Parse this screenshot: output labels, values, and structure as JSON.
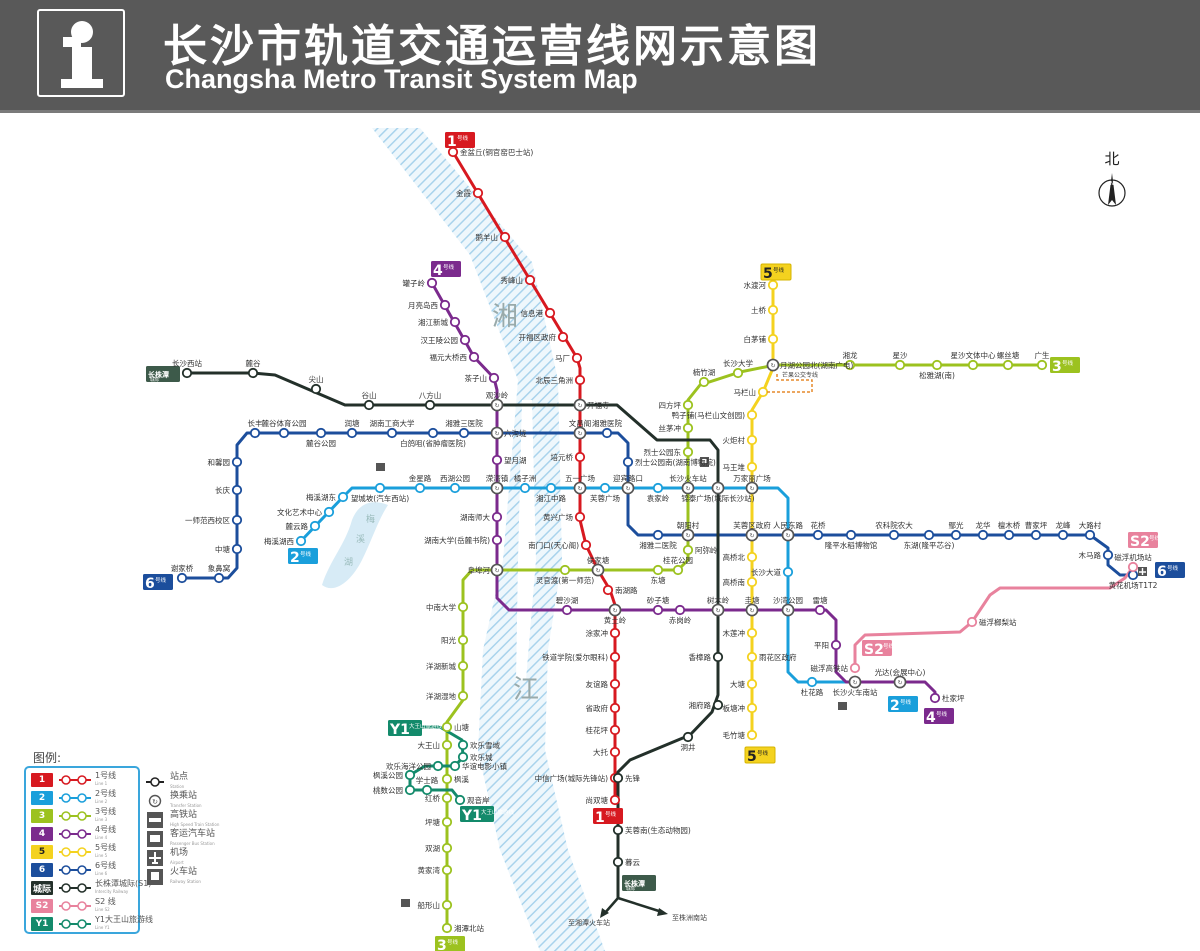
{
  "header": {
    "title": "长沙市轨道交通运营线网示意图",
    "subtitle": "Changsha Metro Transit System Map"
  },
  "compass": {
    "label": "北",
    "n": "N"
  },
  "river": {
    "char1": "湘",
    "char2": "江"
  },
  "lake": {
    "c1": "梅",
    "c2": "溪",
    "c3": "湖"
  },
  "extras": {
    "mango_bus": "芒果公交专线",
    "to_xiangtan": "至湘潭火车站",
    "to_zhuzhou": "至株洲南站"
  },
  "lines": [
    {
      "id": "l1",
      "badge_num": "1",
      "badge_text": "号线",
      "color": "#d71920",
      "stations": [
        "金盆丘(铜官窑巴士站)",
        "金霞",
        "鹅羊山",
        "秀峰山",
        "信息港",
        "开福区政府",
        "马厂",
        "北辰三角洲",
        "开福寺",
        "文昌阁",
        "培元桥",
        "五一广场",
        "黄兴广场",
        "南门口(天心阁)",
        "侯家塘",
        "南湖路",
        "黄土岭",
        "涂家冲",
        "铁道学院(爱尔眼科)",
        "友谊路",
        "省政府",
        "桂花坪",
        "大托",
        "中信广场(城际先锋站)",
        "尚双塘"
      ]
    },
    {
      "id": "l2",
      "badge_num": "2",
      "badge_text": "号线",
      "color": "#1a9fdb",
      "stations": [
        "梅溪湖西",
        "麓云路",
        "文化艺术中心",
        "梅溪湖东",
        "望城坡(汽车西站)",
        "金星路",
        "西湖公园",
        "溁湾镇",
        "橘子洲",
        "湘江中路",
        "五一广场",
        "芙蓉广场",
        "迎宾路口",
        "袁家岭",
        "长沙火车站",
        "锦泰广场(城际长沙站)",
        "万家丽广场",
        "人民东路",
        "长沙大道",
        "沙湾公园",
        "杜花路",
        "长沙火车南站",
        "光达(会展中心)"
      ]
    },
    {
      "id": "l3",
      "badge_num": "3",
      "badge_text": "号线",
      "color": "#9cc21f",
      "stations": [
        "广生",
        "螺丝塘",
        "星沙文体中心",
        "松雅湖(南)",
        "星沙",
        "湘龙",
        "月湖公园北(湖南广电)",
        "长沙大学",
        "楠竹湖",
        "四方坪",
        "丝茅冲",
        "烈士公园东",
        "长沙火车站",
        "朝阳村",
        "阿弥岭",
        "桂花公园",
        "东塘",
        "侯家塘",
        "灵官渡(第一师范)",
        "阜埠河",
        "中南大学",
        "阳光",
        "洋湖新城",
        "洋湖湿地",
        "山塘",
        "大王山",
        "枫溪",
        "红桥",
        "坪塘",
        "双湖",
        "黄家湾",
        "船形山",
        "湘潭北站"
      ]
    },
    {
      "id": "l4",
      "badge_num": "4",
      "badge_text": "号线",
      "color": "#7b2a8d",
      "stations": [
        "罐子岭",
        "月亮岛西",
        "湘江新城",
        "汉王陵公园",
        "福元大桥西",
        "茶子山",
        "观沙岭",
        "六沟垅",
        "望月湖",
        "溁湾镇",
        "湖南师大",
        "湖南大学(岳麓书院)",
        "阜埠河",
        "碧沙湖",
        "黄土岭",
        "砂子塘",
        "赤岗岭",
        "树木岭",
        "圭塘",
        "沙湾公园",
        "雷塘",
        "平阳",
        "长沙火车南站",
        "光达(会展中心)",
        "杜家坪"
      ]
    },
    {
      "id": "l5",
      "badge_num": "5",
      "badge_text": "号线",
      "color": "#f4d21f",
      "stations": [
        "水渡河",
        "土桥",
        "白茅铺",
        "月湖公园北(湖南广电)",
        "马栏山",
        "鸭子铺(马栏山文创园)",
        "火炬村",
        "马王堆",
        "万家丽广场",
        "芙蓉区政府",
        "高桥北",
        "高桥南",
        "圭塘",
        "木莲冲",
        "雨花区政府",
        "大塘",
        "板塘冲",
        "毛竹塘"
      ]
    },
    {
      "id": "l6",
      "badge_num": "6",
      "badge_text": "号线",
      "color": "#1c4e9c",
      "stations": [
        "谢家桥",
        "象鼻窝",
        "中塘",
        "一师范西校区",
        "长庆",
        "和馨园",
        "长丰",
        "麓谷体育公园",
        "麓谷公园",
        "润塘",
        "湖南工商大学",
        "白鸽咀(省肿瘤医院)",
        "湘雅三医院",
        "六沟垅",
        "文昌阁",
        "湘雅医院",
        "烈士公园南(湖南博物院)",
        "迎宾路口",
        "湘雅二医院",
        "朝阳村",
        "芙蓉区政府",
        "人民东路",
        "花桥",
        "隆平水稻博物馆",
        "农科院农大",
        "东湖(隆平芯谷)",
        "鄢光",
        "龙华",
        "檀木桥",
        "曹家坪",
        "龙峰",
        "大路村",
        "木马路",
        "黄花机场T1T2"
      ]
    },
    {
      "id": "cz",
      "badge_num": "长株潭",
      "badge_text": "城际",
      "color": "#23302a",
      "stations": [
        "长沙西站",
        "麓谷",
        "尖山",
        "谷山",
        "八方山",
        "观沙岭",
        "开福寺",
        "锦泰广场(城际长沙站)",
        "树木岭",
        "香樟路",
        "湘府路",
        "洞井",
        "先锋",
        "芙蓉南(生态动物园)",
        "暮云"
      ]
    },
    {
      "id": "s2",
      "badge_num": "S2",
      "badge_text": "号线",
      "color": "#e8829d",
      "stations": [
        "磁浮高铁站",
        "磁浮榔梨站",
        "磁浮机场站"
      ]
    },
    {
      "id": "y1",
      "badge_num": "Y1",
      "badge_text": "大王山旅游线",
      "color": "#138a6b",
      "stations": [
        "欢乐雪域",
        "欢乐城",
        "华谊电影小镇",
        "欢乐海洋公园",
        "枫溪公园",
        "桃数公园",
        "学士路",
        "观音岸"
      ]
    }
  ],
  "legend": {
    "title": "图例:",
    "lines": [
      {
        "badge": "1",
        "label": "1号线",
        "en": "Line 1",
        "color": "#d71920"
      },
      {
        "badge": "2",
        "label": "2号线",
        "en": "Line 2",
        "color": "#1a9fdb"
      },
      {
        "badge": "3",
        "label": "3号线",
        "en": "Line 3",
        "color": "#9cc21f"
      },
      {
        "badge": "4",
        "label": "4号线",
        "en": "Line 4",
        "color": "#7b2a8d"
      },
      {
        "badge": "5",
        "label": "5号线",
        "en": "Line 5",
        "color": "#f4d21f"
      },
      {
        "badge": "6",
        "label": "6号线",
        "en": "Line 6",
        "color": "#1c4e9c"
      },
      {
        "badge": "城际",
        "label": "长株潭城际(S1)",
        "en": "Intercity Railway",
        "color": "#23302a"
      },
      {
        "badge": "S2",
        "label": "S2 线",
        "en": "Line S2",
        "color": "#e8829d"
      },
      {
        "badge": "Y1",
        "label": "Y1大王山旅游线",
        "en": "Line Y1",
        "color": "#138a6b"
      }
    ],
    "symbols": [
      {
        "icon": "station-icon",
        "label": "站点",
        "en": "Station"
      },
      {
        "icon": "transfer-station-icon",
        "label": "换乘站",
        "en": "Transfer Station"
      },
      {
        "icon": "high-speed-train-icon",
        "label": "高铁站",
        "en": "High Speed Train Station"
      },
      {
        "icon": "bus-station-icon",
        "label": "客运汽车站",
        "en": "Passenger Bus Station"
      },
      {
        "icon": "airport-icon",
        "label": "机场",
        "en": "Airport"
      },
      {
        "icon": "railway-station-icon",
        "label": "火车站",
        "en": "Railway Station"
      }
    ]
  }
}
